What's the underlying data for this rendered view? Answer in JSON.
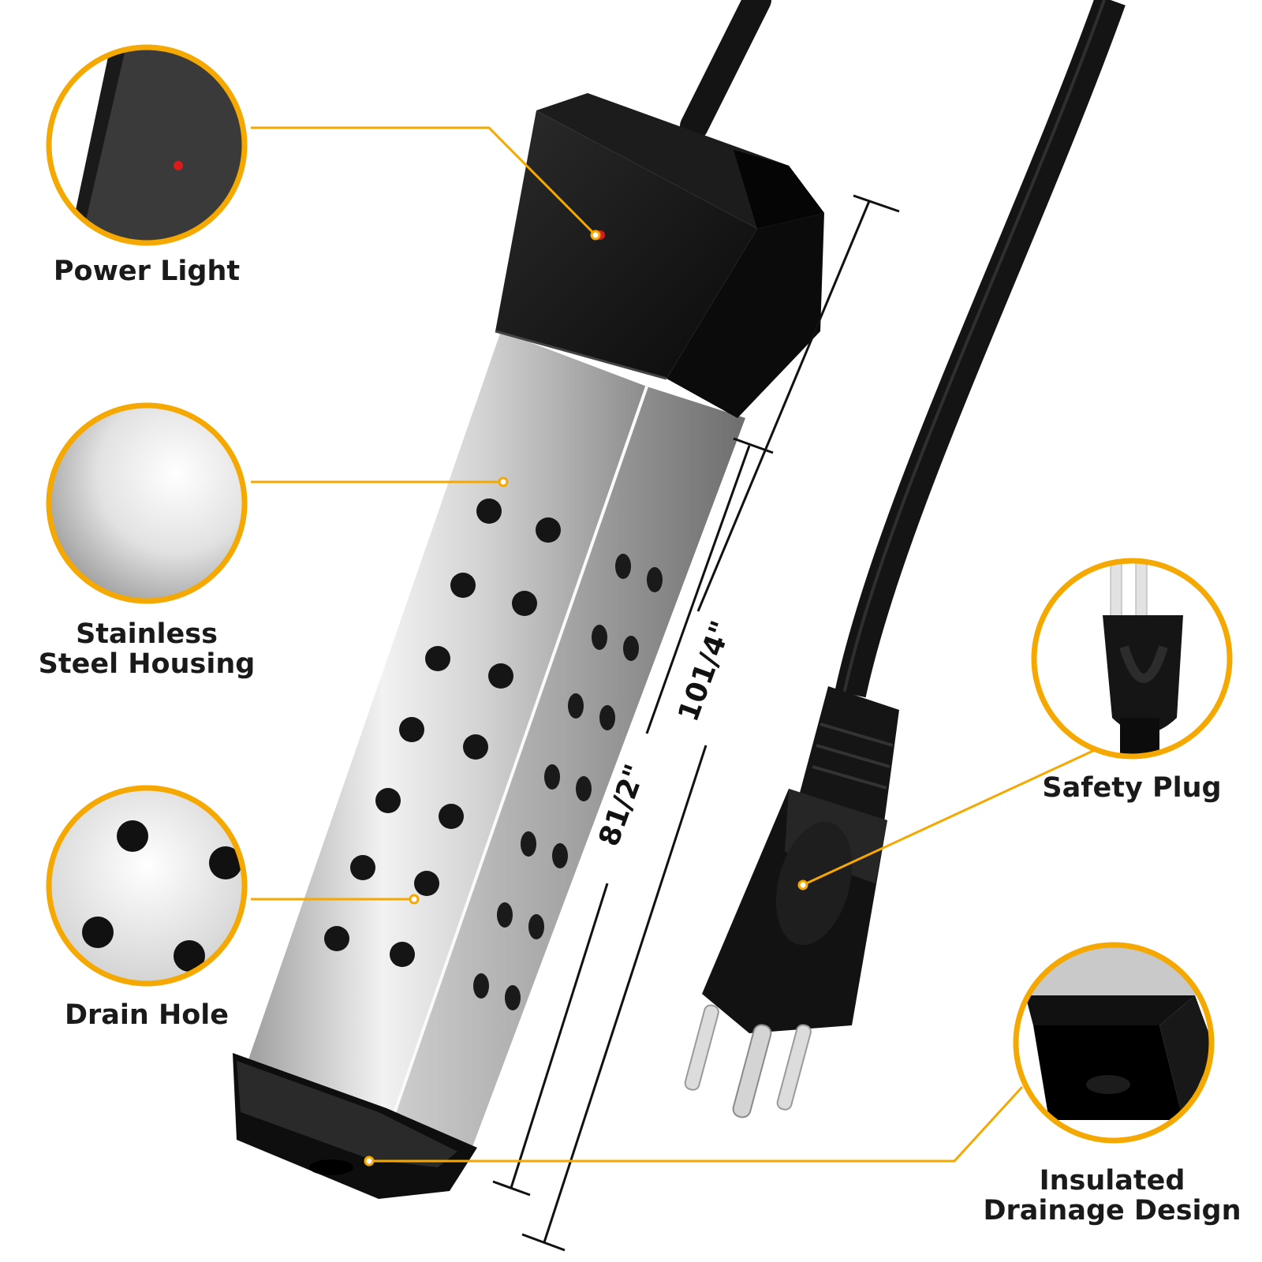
{
  "callouts": {
    "power_light": {
      "label": "Power Light"
    },
    "housing": {
      "line1": "Stainless",
      "line2": "Steel Housing"
    },
    "drain_hole": {
      "label": "Drain Hole"
    },
    "safety_plug": {
      "label": "Safety Plug"
    },
    "drainage": {
      "line1": "Insulated",
      "line2": "Drainage Design"
    }
  },
  "dimensions": {
    "outer": "101/4\"",
    "inner": "81/2\""
  },
  "colors": {
    "accent": "#f5a800",
    "black_plastic": "#111111",
    "steel_light": "#e6e6e6",
    "steel_dark": "#7a7a7a",
    "indicator": "#d81b1b"
  }
}
